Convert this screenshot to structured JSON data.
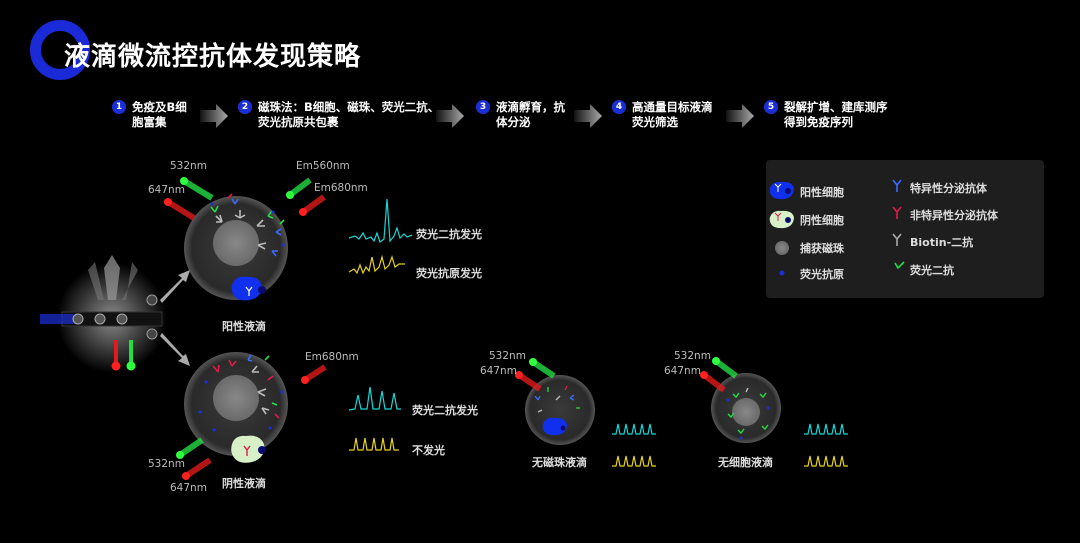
{
  "title": "液滴微流控抗体发现策略",
  "steps": [
    {
      "num": "1",
      "text": "免疫及B细\n胞富集"
    },
    {
      "num": "2",
      "text": "磁珠法：B细胞、磁珠、荧光二抗、\n荧光抗原共包裹"
    },
    {
      "num": "3",
      "text": "液滴孵育，抗\n体分泌"
    },
    {
      "num": "4",
      "text": "高通量目标液滴\n荧光筛选"
    },
    {
      "num": "5",
      "text": "裂解扩增、建库测序\n得到免疫序列"
    }
  ],
  "labels": {
    "nm532": "532nm",
    "nm647": "647nm",
    "em560": "Em560nm",
    "em680": "Em680nm",
    "positive_droplet": "阳性液滴",
    "negative_droplet": "阴性液滴",
    "no_bead_droplet": "无磁珠液滴",
    "no_cell_droplet": "无细胞液滴",
    "sec_ab_glow": "荧光二抗发光",
    "antigen_glow": "荧光抗原发光",
    "no_glow": "不发光"
  },
  "legend": {
    "positive_cell": "阳性细胞",
    "negative_cell": "阴性细胞",
    "capture_bead": "捕获磁珠",
    "fluor_antigen": "荧光抗原",
    "specific_ab": "特异性分泌抗体",
    "nonspecific_ab": "非特异性分泌抗体",
    "biotin_ab": "Biotin-二抗",
    "fluor_sec_ab": "荧光二抗"
  },
  "colors": {
    "accent_blue": "#1a2fd8",
    "cyan_signal": "#19d6d6",
    "yellow_signal": "#e6d21a",
    "laser_green": "#22dd44",
    "laser_red": "#e01b1b"
  }
}
